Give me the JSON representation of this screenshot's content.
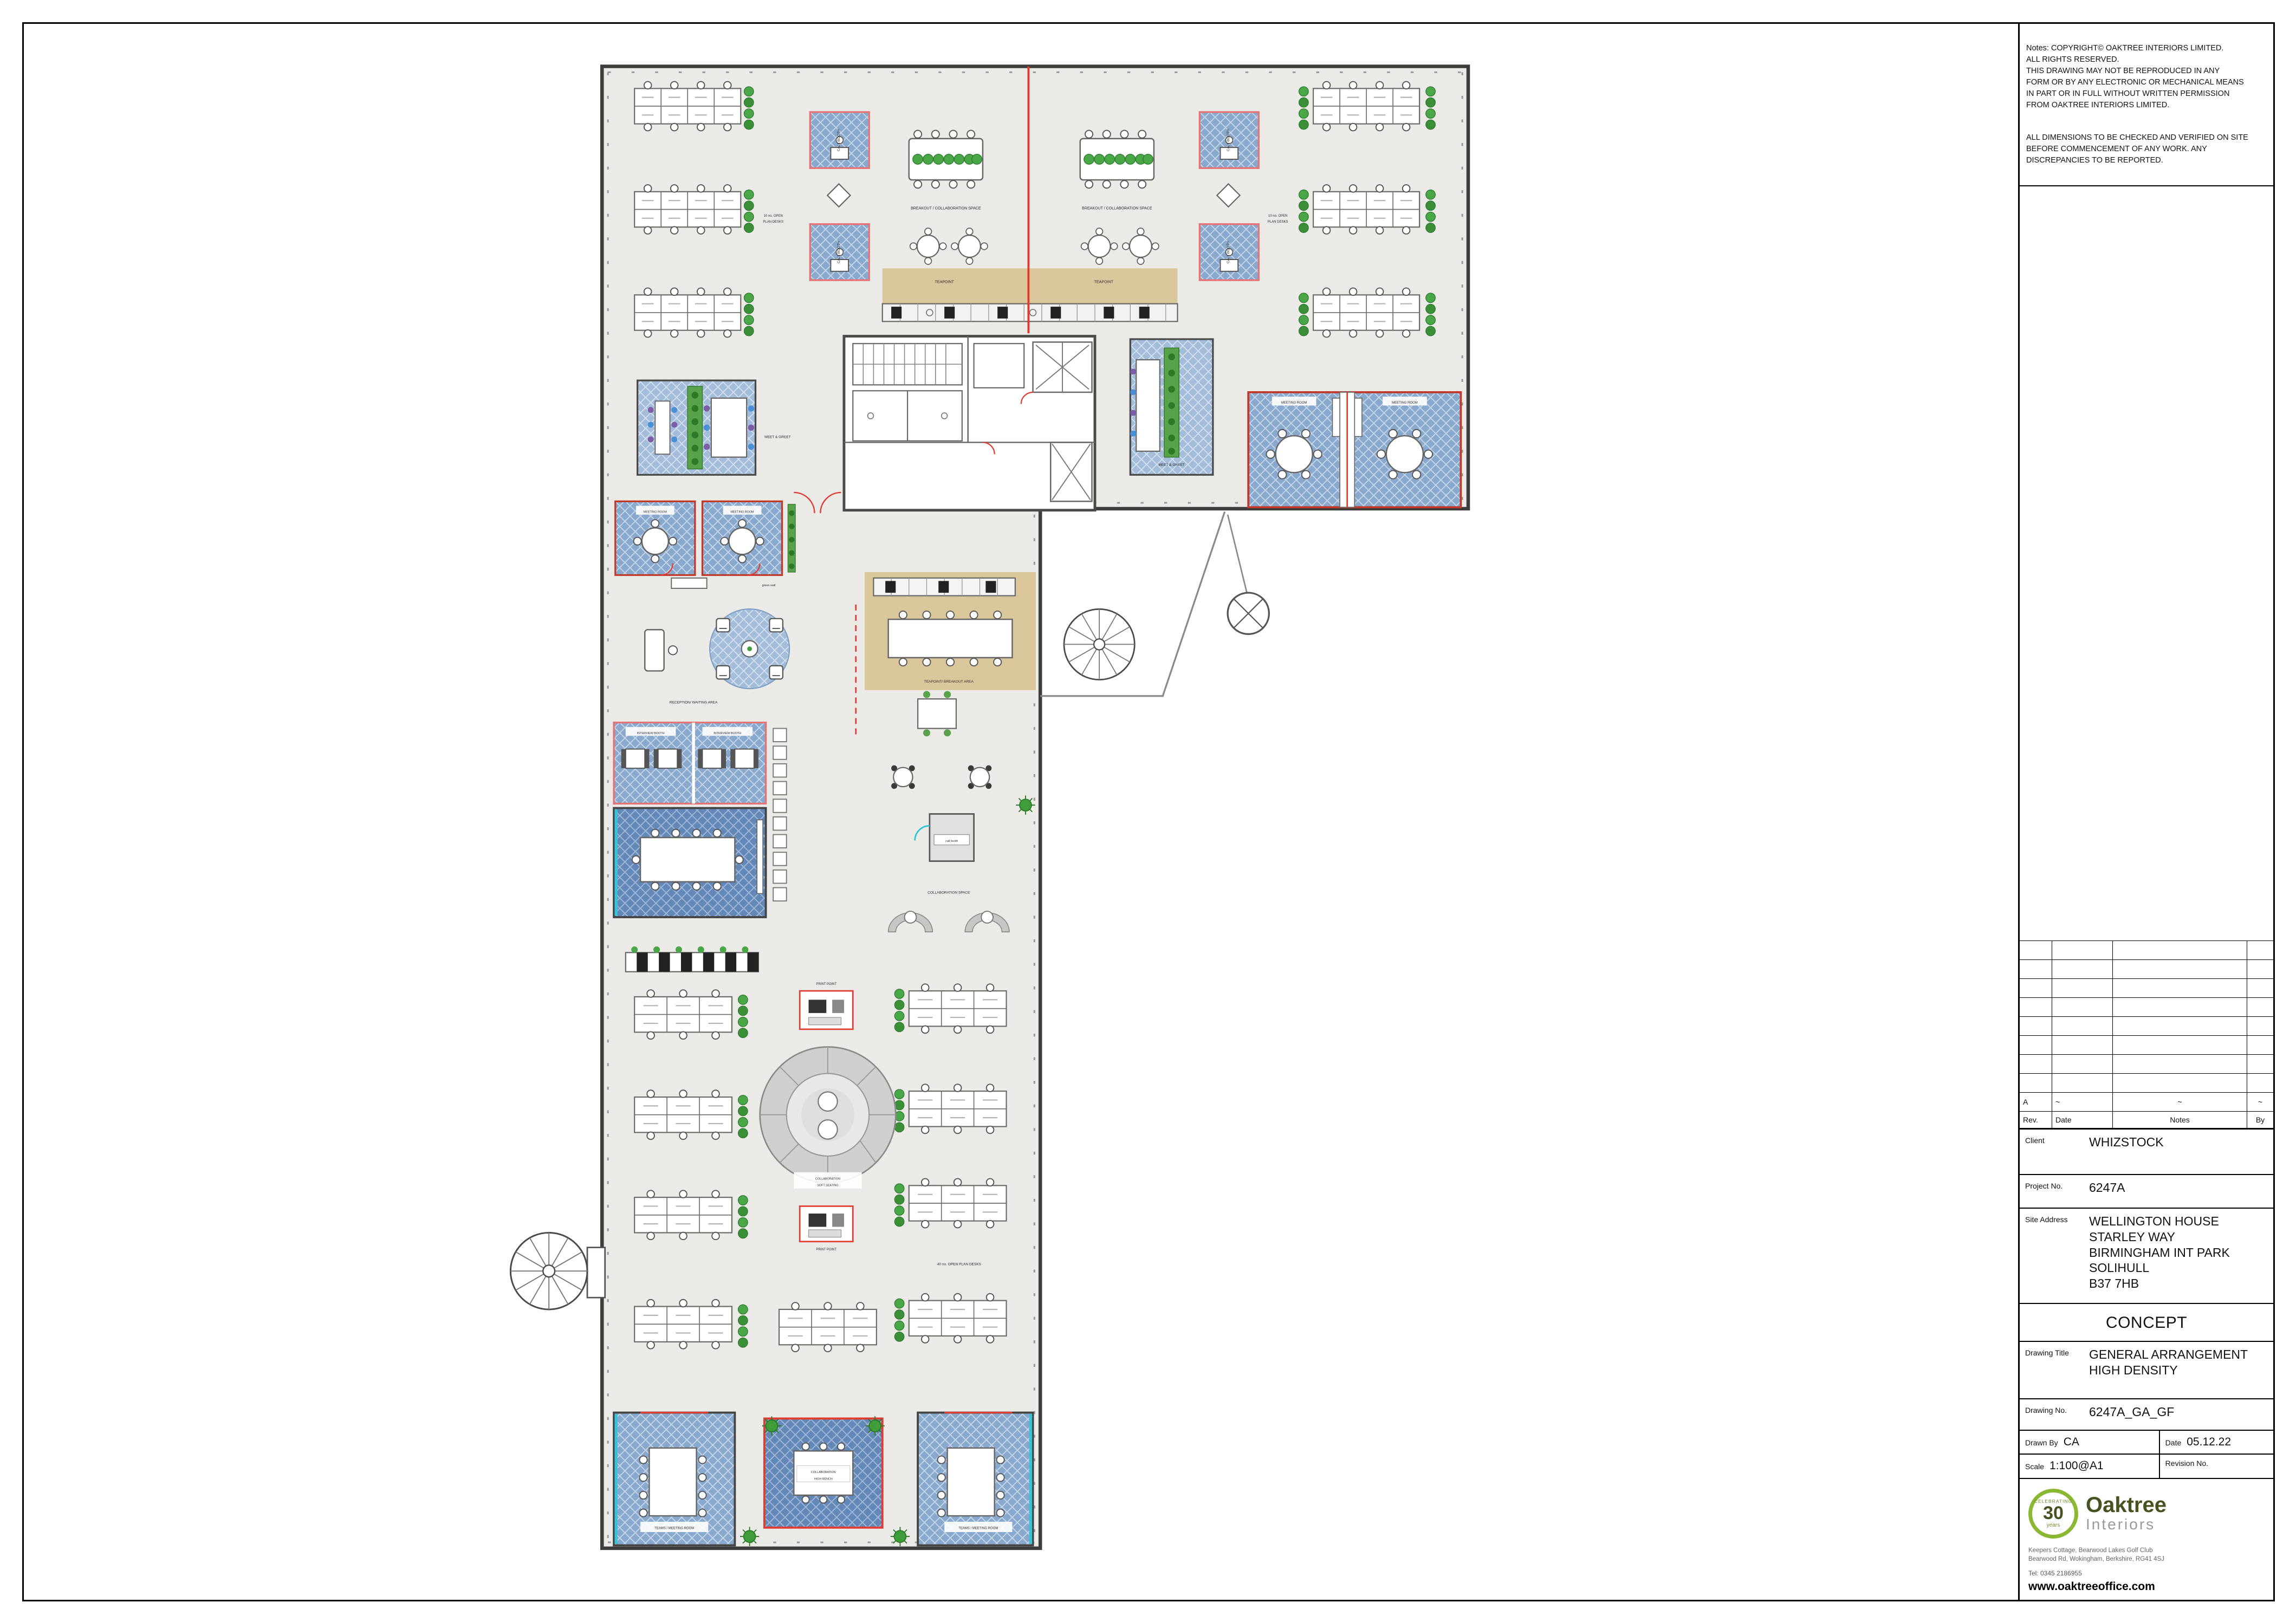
{
  "plan": {
    "labels": {
      "breakout_collab": "BREAKOUT / COLLABORATION SPACE",
      "teapoint": "TEAPOINT",
      "call_booth": "CALL BOOTH",
      "open_plan_10_l1": "10 no. OPEN",
      "open_plan_10_l2": "PLAN DESKS",
      "meet_greet": "MEET & GREET",
      "meeting_room": "MEETING ROOM",
      "green_wall": "green wall",
      "reception": "RECEPTION/ WAITING AREA",
      "teapoint_breakout": "TEAPOINT/ BREAKOUT AREA",
      "interview_booth": "INTERVIEW BOOTH",
      "collaboration_space": "COLLABORATION SPACE",
      "call_booth_small": "call booth",
      "print_point": "PRINT POINT",
      "open_plan_40": "40 no. OPEN PLAN DESKS",
      "collab_soft_l1": "COLLABORATION",
      "collab_soft_l2": "SOFT SEATING",
      "teams_meeting": "TEAMS / MEETING ROOM",
      "collab_bench_l1": "COLLABORATION",
      "collab_bench_l2": "HIGH BENCH"
    }
  },
  "title_block": {
    "notes_para1": "Notes: COPYRIGHT© OAKTREE INTERIORS LIMITED.\nALL RIGHTS RESERVED.\nTHIS DRAWING MAY NOT BE REPRODUCED IN ANY\nFORM OR BY ANY ELECTRONIC OR MECHANICAL MEANS\nIN PART OR IN FULL WITHOUT WRITTEN PERMISSION\nFROM OAKTREE INTERIORS LIMITED.",
    "notes_para2": "ALL DIMENSIONS TO BE CHECKED AND VERIFIED ON SITE\nBEFORE COMMENCEMENT OF ANY WORK. ANY\nDISCREPANCIES TO BE REPORTED.",
    "revision_table": {
      "headers": [
        "Rev.",
        "Date",
        "Notes",
        "By"
      ],
      "row": {
        "rev": "A",
        "date": "~",
        "notes": "~",
        "by": "~"
      }
    },
    "client": {
      "label": "Client",
      "value": "WHIZSTOCK"
    },
    "project_no": {
      "label": "Project No.",
      "value": "6247A"
    },
    "site_address": {
      "label": "Site Address",
      "value": "WELLINGTON HOUSE\nSTARLEY WAY\nBIRMINGHAM INT PARK\nSOLIHULL\nB37 7HB"
    },
    "concept": "CONCEPT",
    "drawing_title": {
      "label": "Drawing Title",
      "value": "GENERAL ARRANGEMENT\nHIGH DENSITY"
    },
    "drawing_no": {
      "label": "Drawing No.",
      "value": "6247A_GA_GF"
    },
    "drawn_by": {
      "label": "Drawn By",
      "value": "CA"
    },
    "date": {
      "label": "Date",
      "value": "05.12.22"
    },
    "scale": {
      "label": "Scale",
      "value": "1:100@A1"
    },
    "revision_no": {
      "label": "Revision No.",
      "value": ""
    },
    "logo": {
      "badge_top": "CELEBRATING",
      "badge_number": "30",
      "badge_bottom": "years",
      "name_primary": "Oaktree",
      "name_secondary": "Interiors",
      "address": "Keepers Cottage, Bearwood Lakes Golf Club\nBearwood Rd, Wokingham, Berkshire, RG41 4SJ",
      "tel": "Tel: 0345 2186955",
      "website": "www.oaktreeoffice.com"
    }
  }
}
